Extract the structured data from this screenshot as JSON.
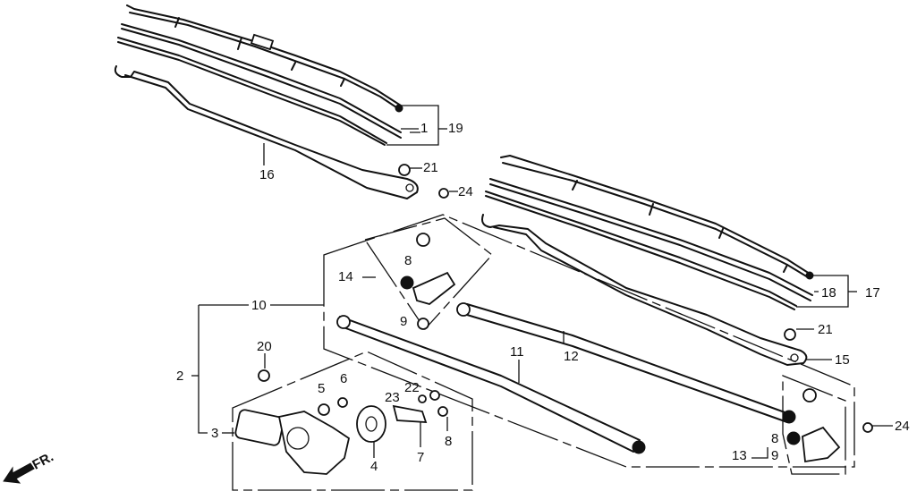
{
  "title": "Windshield wiper parts diagram",
  "direction_marker": {
    "text": "FR.",
    "icon": "arrow-down-left-icon"
  },
  "callouts": {
    "c1": "1",
    "c19": "19",
    "c16": "16",
    "c21a": "21",
    "c24a": "24",
    "c18": "18",
    "c17": "17",
    "c14": "14",
    "c8a": "8",
    "c9a": "9",
    "c10": "10",
    "c2": "2",
    "c20": "20",
    "c3": "3",
    "c5": "5",
    "c6": "6",
    "c4": "4",
    "c23": "23",
    "c22": "22",
    "c7": "7",
    "c8b": "8",
    "c11": "11",
    "c12": "12",
    "c21b": "21",
    "c15": "15",
    "c24b": "24",
    "c8c": "8",
    "c9b": "9",
    "c13": "13"
  }
}
